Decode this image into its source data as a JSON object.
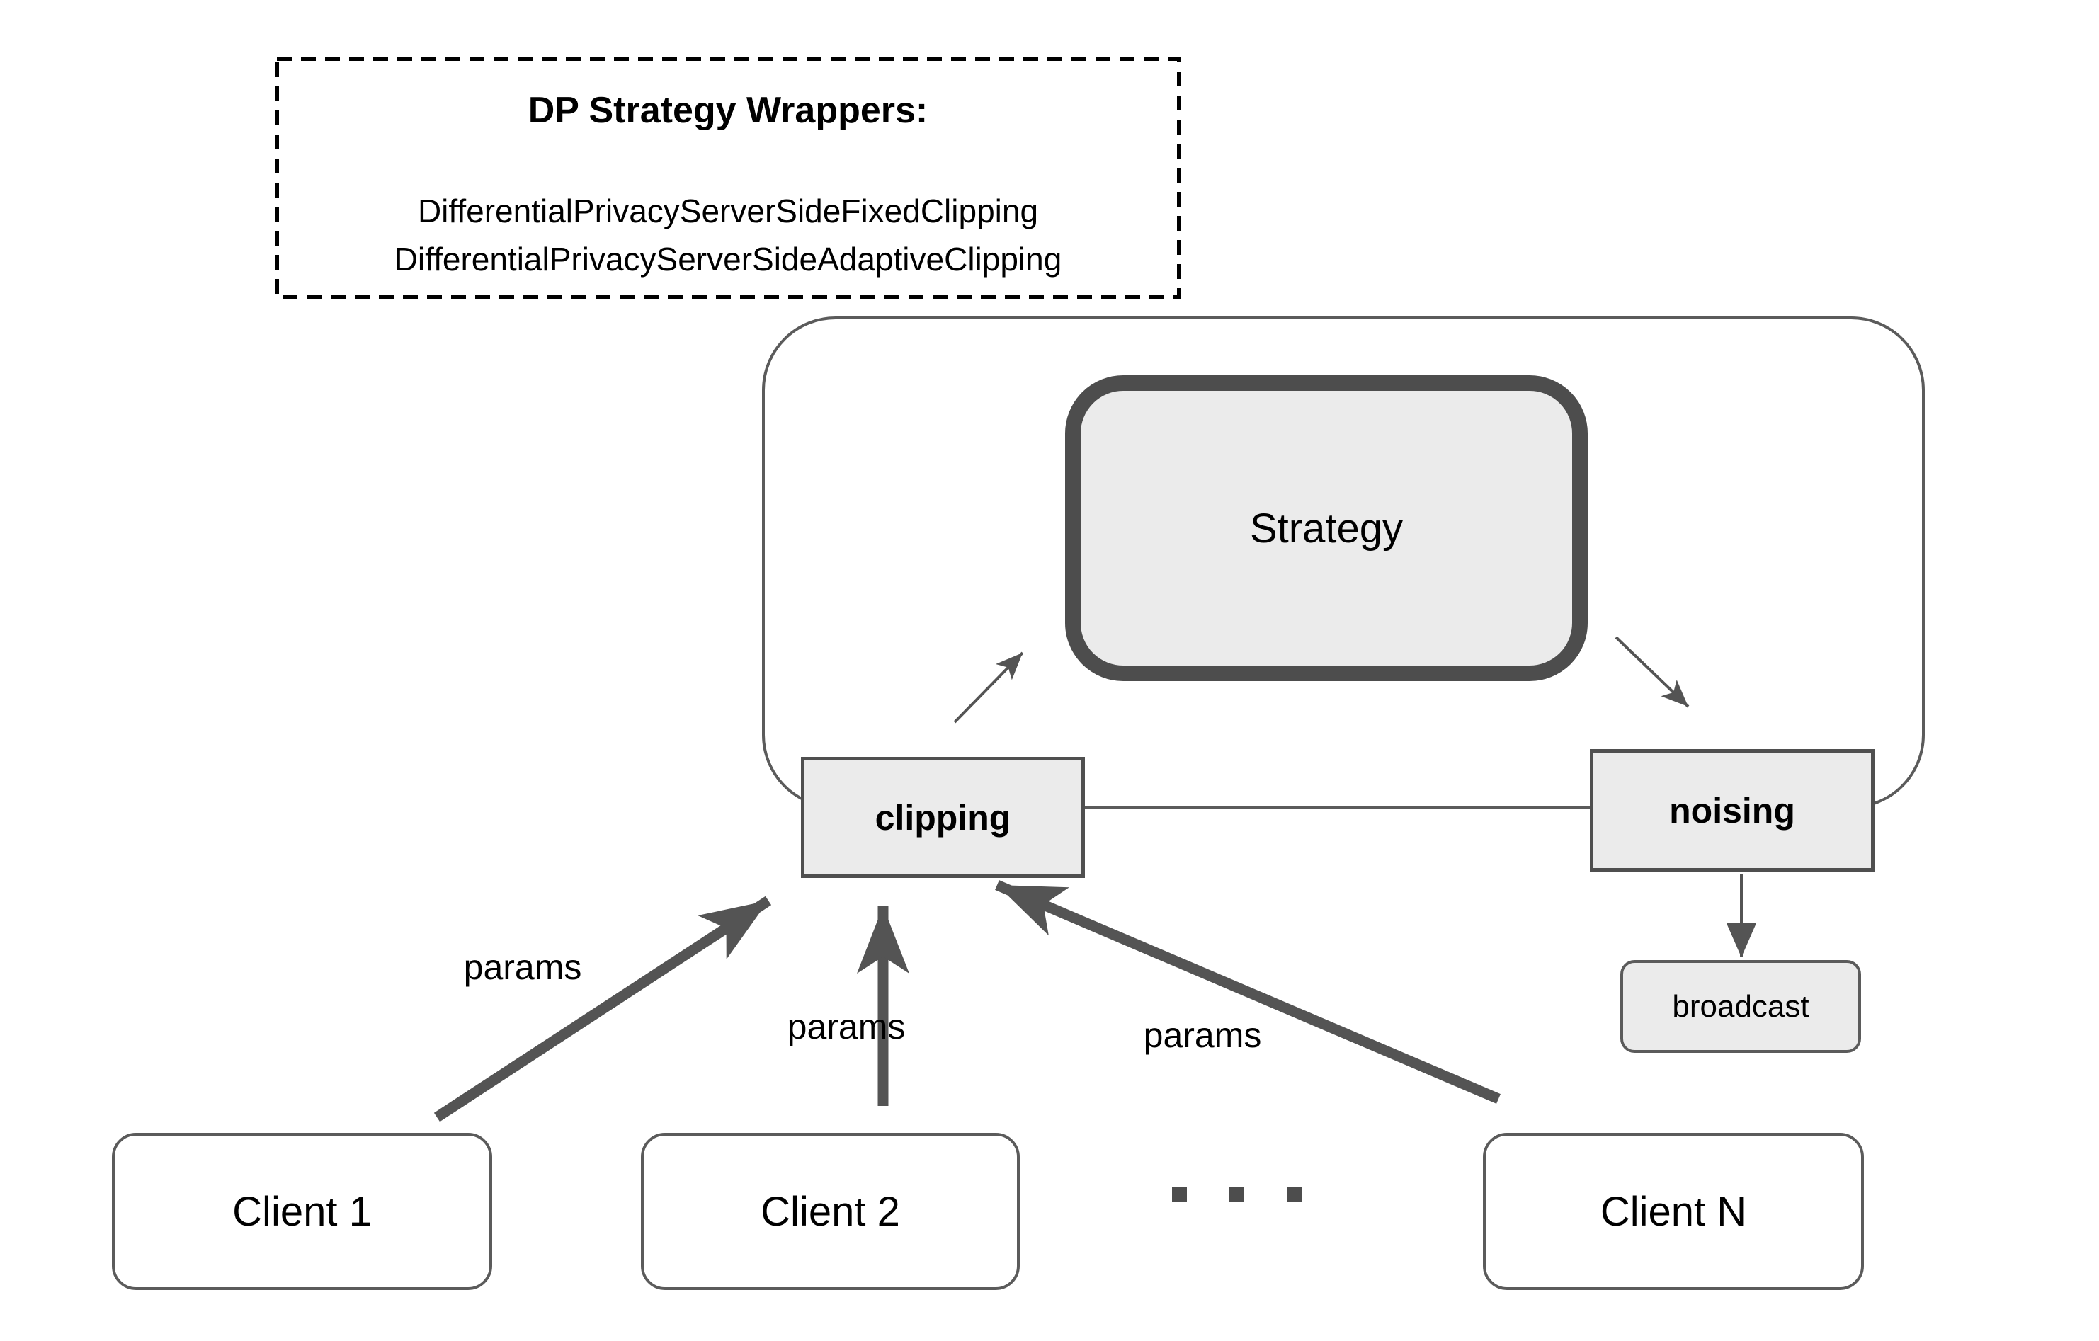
{
  "wrapper": {
    "title": "DP Strategy Wrappers:",
    "classes": [
      "DifferentialPrivacyServerSideFixedClipping",
      "DifferentialPrivacyServerSideAdaptiveClipping"
    ]
  },
  "server": {
    "strategy_label": "Strategy",
    "clipping_label": "clipping",
    "noising_label": "noising",
    "broadcast_label": "broadcast"
  },
  "clients": [
    {
      "label": "Client 1"
    },
    {
      "label": "Client 2"
    },
    {
      "label": "Client N"
    }
  ],
  "edges": {
    "params_labels": [
      "params",
      "params",
      "params"
    ]
  },
  "icons": {
    "ellipsis": "three-square-dots"
  },
  "colors": {
    "background": "#ffffff",
    "box_fill": "#ebebeb",
    "client_fill": "#ffffff",
    "strategy_border": "#4d4d4d",
    "box_border": "#4f4f4f",
    "outline_stroke": "#5b5b5b",
    "arrow_color": "#545454",
    "dashed_border": "#000000",
    "text_color": "#000000"
  }
}
